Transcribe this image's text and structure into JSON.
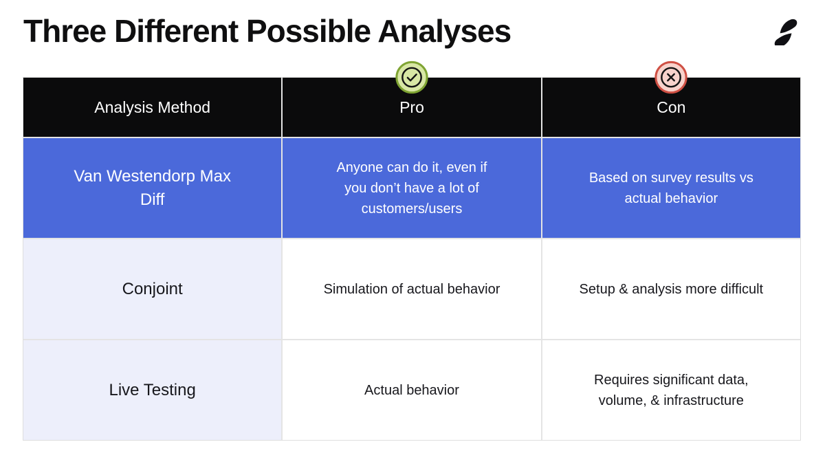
{
  "slide": {
    "title": "Three Different Possible Analyses",
    "brand_logo": "reforge-mark-icon"
  },
  "colors": {
    "header_bg": "#0b0b0c",
    "highlight_row_bg": "#4b69da",
    "method_column_bg": "#edeffb",
    "grid_line": "#e4e4e4",
    "pro_icon_fill": "#d8e7a5",
    "pro_icon_border": "#7fa433",
    "con_icon_fill": "#f8d3cc",
    "con_icon_border": "#cf5044",
    "icon_glyph": "#141414"
  },
  "table": {
    "header": {
      "method": "Analysis Method",
      "pro": "Pro",
      "con": "Con",
      "pro_icon": "check-circle-icon",
      "con_icon": "x-circle-icon"
    },
    "rows": [
      {
        "method": "Van Westendorp Max Diff",
        "pro": "Anyone can do it, even if you don’t have a lot of customers/users",
        "con": "Based on survey results vs actual behavior",
        "highlighted": true
      },
      {
        "method": "Conjoint",
        "pro": "Simulation of actual behavior",
        "con": "Setup & analysis more difficult",
        "highlighted": false
      },
      {
        "method": "Live Testing",
        "pro": "Actual behavior",
        "con": "Requires significant data, volume, & infrastructure",
        "highlighted": false
      }
    ]
  }
}
